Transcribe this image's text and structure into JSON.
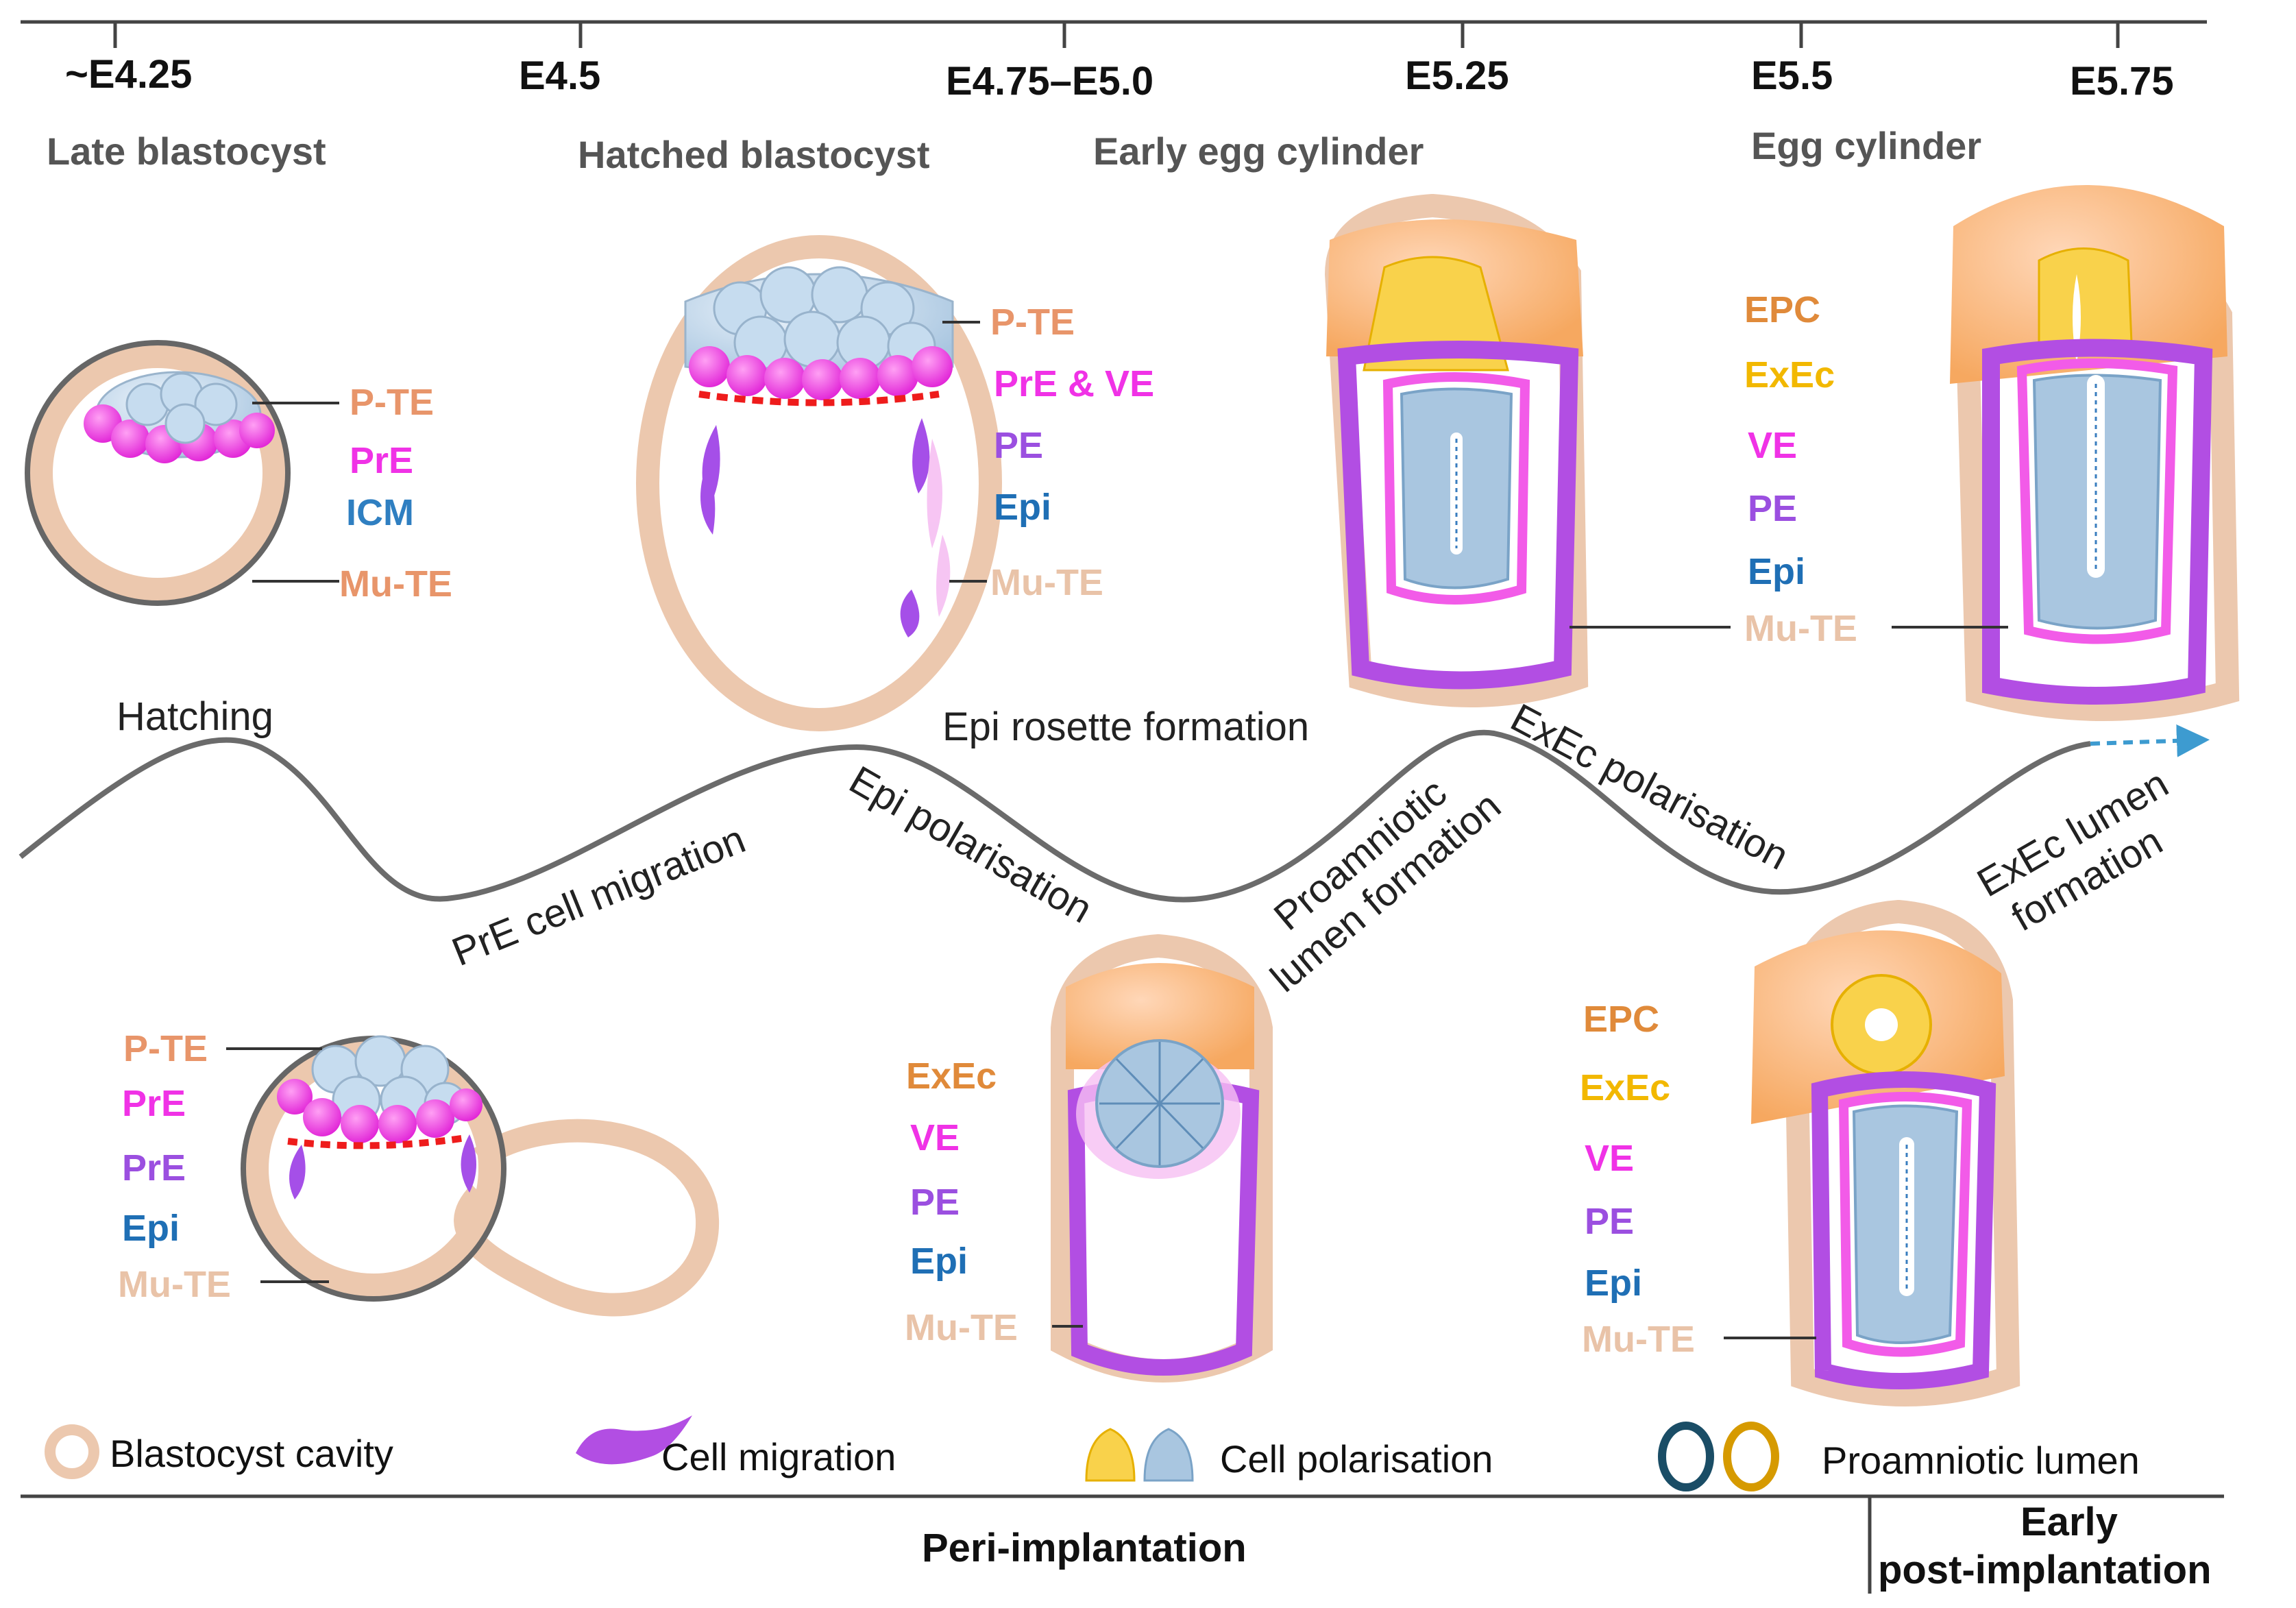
{
  "timeline": {
    "stages": [
      {
        "time": "~E4.25",
        "name": "Late blastocyst"
      },
      {
        "time": "E4.5",
        "name": "Hatched blastocyst"
      },
      {
        "time": "E4.75–E5.0",
        "name": "Early egg cylinder"
      },
      {
        "time": "E5.25",
        "name": ""
      },
      {
        "time": "E5.5",
        "name": "Egg cylinder"
      },
      {
        "time": "E5.75",
        "name": ""
      }
    ]
  },
  "processes": {
    "hatching": "Hatching",
    "pre_migration": "PrE cell migration",
    "epi_polarisation": "Epi polarisation",
    "epi_rosette": "Epi rosette formation",
    "proamniotic_1": "Proamniotic",
    "proamniotic_2": "lumen formation",
    "exec_polarisation": "ExEc polarisation",
    "exec_lumen_1": "ExEc lumen",
    "exec_lumen_2": "formation"
  },
  "labels": {
    "late_blastocyst": [
      "P-TE",
      "PrE",
      "ICM",
      "Mu-TE"
    ],
    "hatching_blastocyst": [
      "P-TE",
      "PrE",
      "PrE",
      "Epi",
      "Mu-TE"
    ],
    "hatched_blastocyst": [
      "P-TE",
      "PrE & VE",
      "PE",
      "Epi",
      "Mu-TE"
    ],
    "early_egg_cylinder": [
      "ExEc",
      "VE",
      "PE",
      "Epi",
      "Mu-TE"
    ],
    "egg_cylinder_mid": [
      "EPC",
      "ExEc",
      "VE",
      "PE",
      "Epi",
      "Mu-TE"
    ],
    "egg_cylinder_top": [
      "EPC",
      "ExEc",
      "VE",
      "PE",
      "Epi",
      "Mu-TE"
    ]
  },
  "colors": {
    "te": "#e8956a",
    "pre": "#f032e6",
    "icm": "#2f7fc1",
    "pe": "#9b4fe0",
    "epi": "#1f6fb5",
    "mute": "#e9c3a8",
    "epc": "#e08a3a",
    "exec": "#f2b800"
  },
  "legend": {
    "cavity": "Blastocyst cavity",
    "migration": "Cell migration",
    "polarisation": "Cell polarisation",
    "lumen": "Proamniotic lumen"
  },
  "periods": {
    "peri": "Peri-implantation",
    "early_1": "Early",
    "early_2": "post-implantation"
  }
}
